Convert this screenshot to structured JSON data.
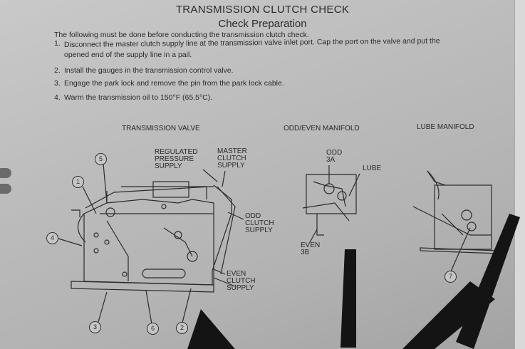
{
  "header": {
    "title": "TRANSMISSION CLUTCH CHECK",
    "subtitle": "Check Preparation"
  },
  "intro": "The following must be done before conducting the transmission clutch check.",
  "steps": [
    {
      "num": "1.",
      "text": "Disconnect the master clutch supply line at the transmission valve inlet port. Cap the port on the valve and put the",
      "cont": "opened end of the supply line in a pail."
    },
    {
      "num": "2.",
      "text": "Install the gauges in the transmission control valve."
    },
    {
      "num": "3.",
      "text": "Engage the park lock and remove the pin from the park lock cable."
    },
    {
      "num": "4.",
      "text": "Warm the transmission oil to 150°F (65.5°C)."
    }
  ],
  "figures": {
    "valve": {
      "caption": "TRANSMISSION VALVE",
      "regulated": [
        "REGULATED",
        "PRESSURE",
        "SUPPLY"
      ],
      "master": [
        "MASTER",
        "CLUTCH",
        "SUPPLY"
      ],
      "odd": [
        "ODD",
        "CLUTCH",
        "SUPPLY"
      ],
      "even": [
        "EVEN",
        "CLUTCH",
        "SUPPLY"
      ]
    },
    "manifold": {
      "caption": "ODD/EVEN MANIFOLD",
      "odd": [
        "ODD",
        "3A"
      ],
      "lube": "LUBE",
      "even": [
        "EVEN",
        "3B"
      ]
    },
    "lube": {
      "caption": "LUBE MANIFOLD"
    }
  },
  "callouts": {
    "c1": "1",
    "c2": "2",
    "c3": "3",
    "c4": "4",
    "c5": "5",
    "c6": "6",
    "c7": "7"
  }
}
